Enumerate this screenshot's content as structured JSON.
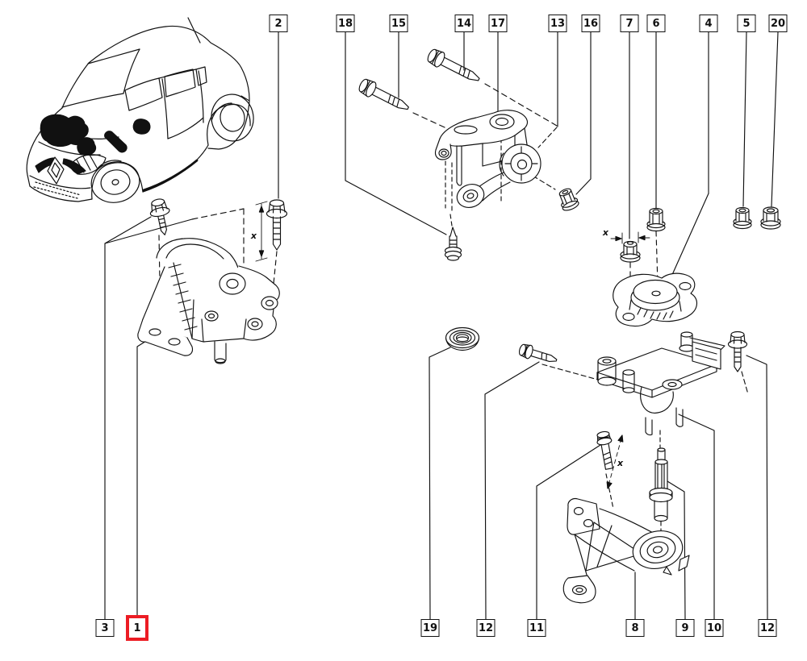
{
  "diagram": {
    "kind": "exploded-parts-diagram",
    "background": "#ffffff",
    "line_color": "#111111",
    "highlight_color": "#ec1c24",
    "vehicle_illustration": "hatchback-car-front-three-quarter-line-art",
    "vehicle_logo": "renault-diamond-logo"
  },
  "annotations": {
    "dimension_label": "x"
  },
  "callouts": {
    "top": [
      {
        "label": "2"
      },
      {
        "label": "18"
      },
      {
        "label": "15"
      },
      {
        "label": "14"
      },
      {
        "label": "17"
      },
      {
        "label": "13"
      },
      {
        "label": "16"
      },
      {
        "label": "7"
      },
      {
        "label": "6"
      },
      {
        "label": "4"
      },
      {
        "label": "5"
      },
      {
        "label": "20"
      }
    ],
    "bottom": [
      {
        "label": "3"
      },
      {
        "label": "1",
        "highlighted": true
      },
      {
        "label": "19"
      },
      {
        "label": "12"
      },
      {
        "label": "11"
      },
      {
        "label": "8"
      },
      {
        "label": "9"
      },
      {
        "label": "10"
      },
      {
        "label": "12"
      }
    ]
  },
  "parts": [
    {
      "callout": "1",
      "shape": "engine-mount-with-hatched-bracket"
    },
    {
      "callout": "2",
      "shape": "flanged-hex-bolt-vertical"
    },
    {
      "callout": "3",
      "shape": "flanged-hex-bolt"
    },
    {
      "callout": "4",
      "shape": "oval-mount-pad-with-ears"
    },
    {
      "callout": "5",
      "shape": "flanged-nut"
    },
    {
      "callout": "6",
      "shape": "flanged-nut"
    },
    {
      "callout": "7",
      "shape": "flanged-nut-with-dimension"
    },
    {
      "callout": "8",
      "shape": "triangular-torque-arm"
    },
    {
      "callout": "9",
      "shape": "stepped-stud"
    },
    {
      "callout": "10",
      "shape": "gearbox-mount-bracket"
    },
    {
      "callout": "11",
      "shape": "flanged-hex-bolt-with-dimension"
    },
    {
      "callout": "12",
      "shape": "flanged-hex-bolt"
    },
    {
      "callout": "13",
      "shape": "torque-rod-with-bushings"
    },
    {
      "callout": "14",
      "shape": "long-hex-bolt"
    },
    {
      "callout": "15",
      "shape": "long-hex-bolt"
    },
    {
      "callout": "16",
      "shape": "flanged-nut-tilted"
    },
    {
      "callout": "17",
      "shape": "torque-rod-bracket"
    },
    {
      "callout": "18",
      "shape": "small-screw"
    },
    {
      "callout": "19",
      "shape": "round-washer-damper"
    },
    {
      "callout": "20",
      "shape": "flanged-nut"
    }
  ]
}
